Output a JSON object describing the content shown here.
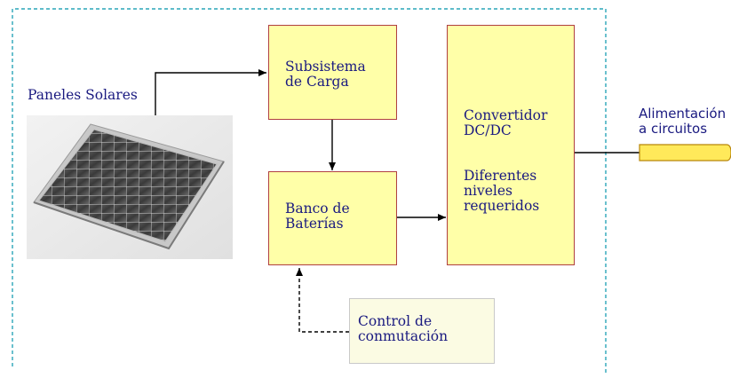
{
  "diagram": {
    "nodes": {
      "solar_panels": {
        "label": "Paneles Solares"
      },
      "charge_subsystem": {
        "label": "Subsistema\nde Carga"
      },
      "battery_bank": {
        "label": "Banco de\nBaterías"
      },
      "dcdc_converter": {
        "title": "Convertidor\nDC/DC",
        "subtitle": "Diferentes\nniveles\nrequeridos"
      },
      "switching_control": {
        "label": "Control de\nconmutación"
      },
      "circuit_supply": {
        "label": "Alimentación\na circuitos"
      }
    },
    "edges": [
      {
        "from": "solar_panels",
        "to": "charge_subsystem",
        "style": "solid"
      },
      {
        "from": "charge_subsystem",
        "to": "battery_bank",
        "style": "solid"
      },
      {
        "from": "battery_bank",
        "to": "dcdc_converter",
        "style": "solid"
      },
      {
        "from": "dcdc_converter",
        "to": "circuit_supply",
        "style": "solid"
      },
      {
        "from": "switching_control",
        "to": "battery_bank",
        "style": "dashed"
      }
    ]
  },
  "colors": {
    "block_fill": "#ffffa8",
    "block_border": "#b04040",
    "control_fill": "#fbfbe3",
    "text": "#1a1a80",
    "dashed_frame": "#2aa6b8",
    "output_plug": "#ffe95a"
  },
  "icons": {
    "solar_panel": "solar-panel-photo",
    "output": "output-plug-icon"
  }
}
